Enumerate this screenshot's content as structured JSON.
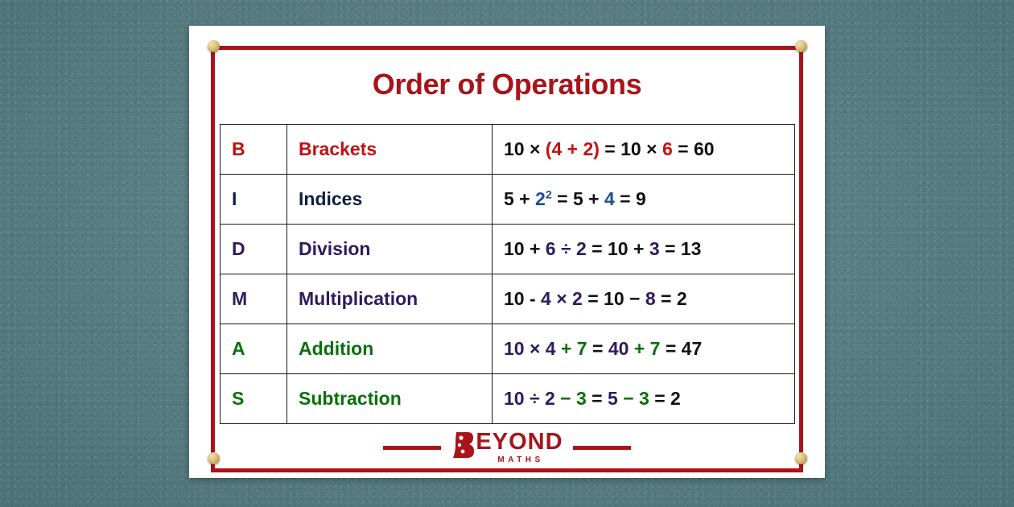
{
  "colors": {
    "background": "#5d8288",
    "poster": "#ffffff",
    "frame_red": "#a81419",
    "title_red": "#a81419",
    "accent_red": "#c41010",
    "navy": "#0d2040",
    "blue": "#1f4e8c",
    "purple": "#2d1b5e",
    "green": "#097009",
    "black": "#111111",
    "pin_gold": "#dcc17e"
  },
  "poster": {
    "title": "Order of Operations"
  },
  "table": {
    "rows": [
      {
        "letter": "B",
        "letter_color": "red",
        "word": "Brackets",
        "word_color": "red",
        "equation_plain": "10 × (4 + 2) = 10 × 6 = 60",
        "equation_parts": [
          {
            "text": "10 × ",
            "color": "black"
          },
          {
            "text": "(4 + 2)",
            "color": "red"
          },
          {
            "text": " = 10 × ",
            "color": "black"
          },
          {
            "text": "6",
            "color": "red"
          },
          {
            "text": " = 60",
            "color": "black"
          }
        ]
      },
      {
        "letter": "I",
        "letter_color": "navy",
        "word": "Indices",
        "word_color": "navy",
        "equation_plain": "5 + 2² = 5 + 4 = 9",
        "equation_parts": [
          {
            "text": "5 + ",
            "color": "black"
          },
          {
            "text": "2",
            "color": "blue",
            "sup": "2"
          },
          {
            "text": " = 5 + ",
            "color": "black"
          },
          {
            "text": "4",
            "color": "blue"
          },
          {
            "text": " = 9",
            "color": "black"
          }
        ]
      },
      {
        "letter": "D",
        "letter_color": "purple",
        "word": "Division",
        "word_color": "purple",
        "equation_plain": "10 + 6 ÷ 2 = 10 + 3 = 13",
        "equation_parts": [
          {
            "text": "10 + ",
            "color": "black"
          },
          {
            "text": "6 ÷ 2",
            "color": "purple"
          },
          {
            "text": " = 10 + ",
            "color": "black"
          },
          {
            "text": "3",
            "color": "purple"
          },
          {
            "text": " = 13",
            "color": "black"
          }
        ]
      },
      {
        "letter": "M",
        "letter_color": "purple",
        "word": "Multiplication",
        "word_color": "purple",
        "equation_plain": "10 - 4 × 2 = 10 − 8 = 2",
        "equation_parts": [
          {
            "text": "10 - ",
            "color": "black"
          },
          {
            "text": "4 × 2",
            "color": "purple"
          },
          {
            "text": " = 10 − ",
            "color": "black"
          },
          {
            "text": "8",
            "color": "purple"
          },
          {
            "text": " = 2",
            "color": "black"
          }
        ]
      },
      {
        "letter": "A",
        "letter_color": "green",
        "word": "Addition",
        "word_color": "green",
        "equation_plain": "10 × 4 + 7 = 40 + 7 = 47",
        "equation_parts": [
          {
            "text": "10 × 4",
            "color": "purple"
          },
          {
            "text": " + 7",
            "color": "green"
          },
          {
            "text": " = ",
            "color": "black"
          },
          {
            "text": "40",
            "color": "purple"
          },
          {
            "text": " + 7",
            "color": "green"
          },
          {
            "text": " = 47",
            "color": "black"
          }
        ]
      },
      {
        "letter": "S",
        "letter_color": "green",
        "word": "Subtraction",
        "word_color": "green",
        "equation_plain": "10 ÷ 2 − 3 = 5 − 3 = 2",
        "equation_parts": [
          {
            "text": "10 ÷ 2",
            "color": "purple"
          },
          {
            "text": " − 3",
            "color": "green"
          },
          {
            "text": " = ",
            "color": "black"
          },
          {
            "text": "5",
            "color": "purple"
          },
          {
            "text": " − 3",
            "color": "green"
          },
          {
            "text": " = 2",
            "color": "black"
          }
        ]
      }
    ]
  },
  "footer": {
    "logo_word": "EYOND",
    "logo_initial": "B",
    "logo_subtitle": "MATHS"
  }
}
